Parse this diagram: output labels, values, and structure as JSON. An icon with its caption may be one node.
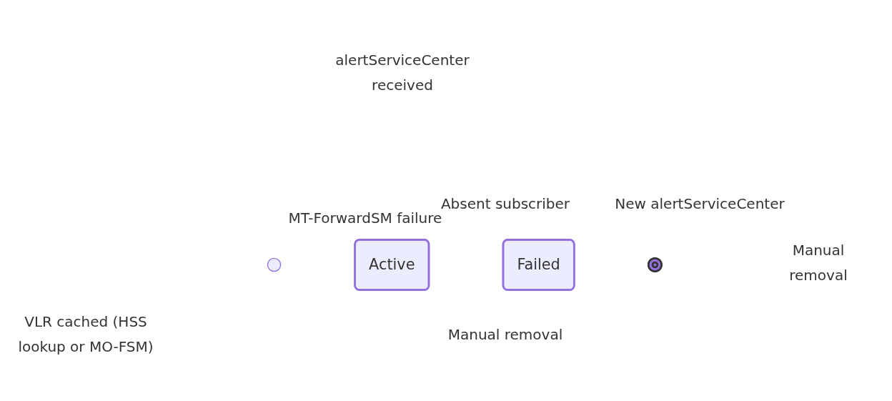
{
  "diagram": {
    "nodes": [
      {
        "text": [],
        "shape": "circle"
      },
      {
        "text": [
          "Active"
        ]
      },
      {
        "text": [
          "Failed"
        ]
      },
      {
        "text": [],
        "shape": "circle"
      }
    ],
    "labels": [
      "alertServiceCenter received",
      "Absent subscriber",
      "New alertServiceCenter",
      "MT-ForwardSM failure",
      "Manual removal",
      "VLR cached (HSS lookup or MO-FSM)",
      "Manual removal"
    ]
  }
}
